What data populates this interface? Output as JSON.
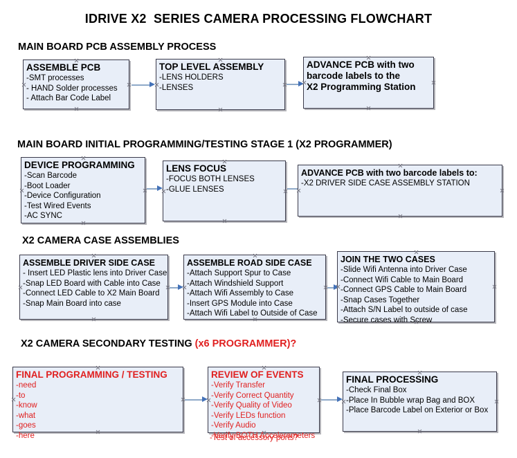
{
  "title": "IDRIVE X2  SERIES CAMERA PROCESSING FLOWCHART",
  "colors": {
    "box_fill": "#e8eef8",
    "box_border": "#3a3a4a",
    "arrow_line": "#8ea9c8",
    "arrow_head": "#4472b8",
    "accent_red": "#e02020",
    "text": "#000000"
  },
  "sections": [
    {
      "id": "main-board-pcb-assembly",
      "header": "MAIN BOARD PCB ASSEMBLY PROCESS",
      "header_red": "",
      "boxes": [
        {
          "id": "assemble-pcb",
          "title": "ASSEMBLE PCB",
          "lines": [
            "-SMT processes",
            "- HAND Solder processes",
            "- Attach Bar Code Label"
          ]
        },
        {
          "id": "top-level-assembly",
          "title": "TOP LEVEL ASSEMBLY",
          "lines": [
            "-LENS HOLDERS",
            "-LENSES"
          ]
        },
        {
          "id": "advance-pcb-programming-station",
          "title": "ADVANCE PCB with two",
          "lines": [
            "barcode labels to the",
            " X2 Programming Station"
          ]
        }
      ]
    },
    {
      "id": "main-board-initial-programming",
      "header": "MAIN BOARD INITIAL PROGRAMMING/TESTING STAGE 1 (X2 PROGRAMMER)",
      "header_red": "",
      "boxes": [
        {
          "id": "device-programming",
          "title": "DEVICE PROGRAMMING",
          "lines": [
            "-Scan Barcode",
            "-Boot Loader",
            "-Device Configuration",
            "-Test Wired Events",
            "-AC SYNC"
          ]
        },
        {
          "id": "lens-focus",
          "title": "LENS FOCUS",
          "lines": [
            "-FOCUS BOTH LENSES",
            "-GLUE LENSES"
          ]
        },
        {
          "id": "advance-pcb-driver-side-case",
          "title": "ADVANCE PCB with two barcode labels to:",
          "lines": [
            "-X2 DRIVER  SIDE  CASE  ASSEMBLY STATION"
          ]
        }
      ]
    },
    {
      "id": "x2-camera-case-assemblies",
      "header": "X2 CAMERA CASE ASSEMBLIES",
      "header_red": "",
      "boxes": [
        {
          "id": "assemble-driver-side-case",
          "title": "ASSEMBLE DRIVER SIDE CASE",
          "lines": [
            "- Insert LED Plastic lens into Driver Case",
            "-Snap LED Board with Cable into Case",
            "-Connect LED Cable to X2 Main Board",
            "-Snap Main Board into case"
          ]
        },
        {
          "id": "assemble-road-side-case",
          "title": "ASSEMBLE ROAD SIDE CASE",
          "lines": [
            "-Attach Support Spur to Case",
            "-Attach Windshield Support",
            "-Attach Wifi Assembly to Case",
            "-Insert GPS Module into Case",
            "-Attach Wifi Label to Outside of Case"
          ]
        },
        {
          "id": "join-the-two-cases",
          "title": "JOIN THE TWO CASES",
          "lines": [
            "-Slide Wifi Antenna into Driver Case",
            "-Connect Wifi Cable to Main Board",
            "-Connect GPS Cable to Main Board",
            "-Snap Cases Together",
            "-Attach S/N Label to outside of case",
            "-Secure cases with Screw"
          ]
        }
      ]
    },
    {
      "id": "x2-camera-secondary-testing",
      "header": "X2 CAMERA SECONDARY TESTING ",
      "header_red": "(x6 PROGRAMMER)?",
      "boxes": [
        {
          "id": "final-programming-testing",
          "title": "FINAL PROGRAMMING / TESTING",
          "lines": [
            "-need",
            "-to",
            "-know",
            "-what",
            "-goes",
            "-here"
          ]
        },
        {
          "id": "review-of-events",
          "title": "REVIEW OF EVENTS",
          "lines": [
            "-Verify Transfer",
            "-Verify Correct Quantity",
            "-Verify Quality of Video",
            "-Verify LEDs function",
            "-Verify Audio",
            "-Verify BOTH Accelerometers"
          ],
          "overflow_line": "-Test of accessory ports?"
        },
        {
          "id": "final-processing",
          "title": "FINAL PROCESSING",
          "lines": [
            " -Check Final Box",
            "-Place In Bubble wrap Bag and BOX",
            "-Place Barcode Label on Exterior or Box"
          ]
        }
      ]
    }
  ]
}
